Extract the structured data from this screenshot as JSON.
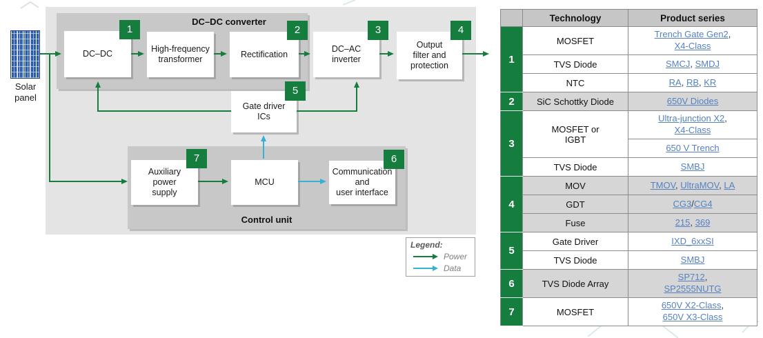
{
  "diagram": {
    "solar_label": "Solar\npanel",
    "dcdc_title": "DC–DC converter",
    "control_title": "Control unit",
    "blocks": {
      "dcdc": {
        "label": "DC–DC",
        "badge": "1"
      },
      "hft": {
        "label": "High-frequency\ntransformer"
      },
      "rect": {
        "label": "Rectification",
        "badge": "2"
      },
      "dcac": {
        "label": "DC–AC\ninverter",
        "badge": "3"
      },
      "outf": {
        "label": "Output\nfilter and\nprotection",
        "badge": "4"
      },
      "gdrv": {
        "label": "Gate driver\nICs",
        "badge": "5"
      },
      "aux": {
        "label": "Auxiliary\npower\nsupply",
        "badge": "7"
      },
      "mcu": {
        "label": "MCU"
      },
      "comm": {
        "label": "Communication\nand\nuser interface",
        "badge": "6"
      }
    },
    "legend": {
      "title": "Legend:",
      "items": [
        {
          "label": "Power",
          "color": "#157e3f"
        },
        {
          "label": "Data",
          "color": "#35b2d0"
        }
      ]
    }
  },
  "table": {
    "col_headers": [
      "Technology",
      "Product series"
    ],
    "groups": [
      {
        "num": "1",
        "shaded": false,
        "rows": [
          {
            "tech": "MOSFET",
            "product": [
              [
                {
                  "l": "Trench Gate Gen2"
                },
                {
                  "s": ","
                }
              ],
              [
                {
                  "l": "X4-Class"
                }
              ]
            ]
          },
          {
            "tech": "TVS Diode",
            "product": [
              [
                {
                  "l": "SMCJ"
                },
                {
                  "s": ", "
                },
                {
                  "l": "SMDJ"
                }
              ]
            ]
          },
          {
            "tech": "NTC",
            "product": [
              [
                {
                  "l": "RA"
                },
                {
                  "s": ", "
                },
                {
                  "l": "RB"
                },
                {
                  "s": ", "
                },
                {
                  "l": "KR"
                }
              ]
            ]
          }
        ]
      },
      {
        "num": "2",
        "shaded": true,
        "rows": [
          {
            "tech": "SiC Schottky Diode",
            "product": [
              [
                {
                  "l": "650V Diodes"
                }
              ]
            ]
          }
        ]
      },
      {
        "num": "3",
        "shaded": false,
        "rows": [
          {
            "tech": "MOSFET or\nIGBT",
            "rowspan": 2,
            "product": [
              [
                {
                  "l": "Ultra-junction X2"
                },
                {
                  "s": ","
                }
              ],
              [
                {
                  "l": "X4-Class"
                }
              ]
            ]
          },
          {
            "tech": null,
            "product": [
              [
                {
                  "l": "650 V Trench"
                }
              ]
            ]
          },
          {
            "tech": "TVS Diode",
            "product": [
              [
                {
                  "l": "SMBJ"
                }
              ]
            ]
          }
        ]
      },
      {
        "num": "4",
        "shaded": true,
        "rows": [
          {
            "tech": "MOV",
            "product": [
              [
                {
                  "l": "TMOV"
                },
                {
                  "s": ", "
                },
                {
                  "l": "UltraMOV"
                },
                {
                  "s": ", "
                },
                {
                  "l": "LA"
                }
              ]
            ]
          },
          {
            "tech": "GDT",
            "product": [
              [
                {
                  "l": "CG3"
                },
                {
                  "s": "/"
                },
                {
                  "l": "CG4"
                }
              ]
            ]
          },
          {
            "tech": "Fuse",
            "product": [
              [
                {
                  "l": "215"
                },
                {
                  "s": ", "
                },
                {
                  "l": "369"
                }
              ]
            ]
          }
        ]
      },
      {
        "num": "5",
        "shaded": false,
        "rows": [
          {
            "tech": "Gate Driver",
            "product": [
              [
                {
                  "l": "IXD_6xxSI"
                }
              ]
            ]
          },
          {
            "tech": "TVS Diode",
            "product": [
              [
                {
                  "l": "SMBJ"
                }
              ]
            ]
          }
        ]
      },
      {
        "num": "6",
        "shaded": true,
        "rows": [
          {
            "tech": "TVS Diode Array",
            "product": [
              [
                {
                  "l": "SP712"
                },
                {
                  "s": ","
                }
              ],
              [
                {
                  "l": "SP2555NUTG"
                }
              ]
            ]
          }
        ]
      },
      {
        "num": "7",
        "shaded": false,
        "rows": [
          {
            "tech": "MOSFET",
            "product": [
              [
                {
                  "l": "650V X2-Class"
                },
                {
                  "s": ","
                }
              ],
              [
                {
                  "l": "650V X3-Class"
                }
              ]
            ]
          }
        ]
      }
    ]
  },
  "colors": {
    "accent_green": "#157e3f",
    "data_cyan": "#35b2d0",
    "link_blue": "#5581c2",
    "section_gray": "#c8c8c8",
    "panel_gray": "#e4e4e4",
    "header_gray": "#c6c6c6",
    "row_shade_gray": "#d6d6d6",
    "solar_blue": "#2d5da8"
  }
}
